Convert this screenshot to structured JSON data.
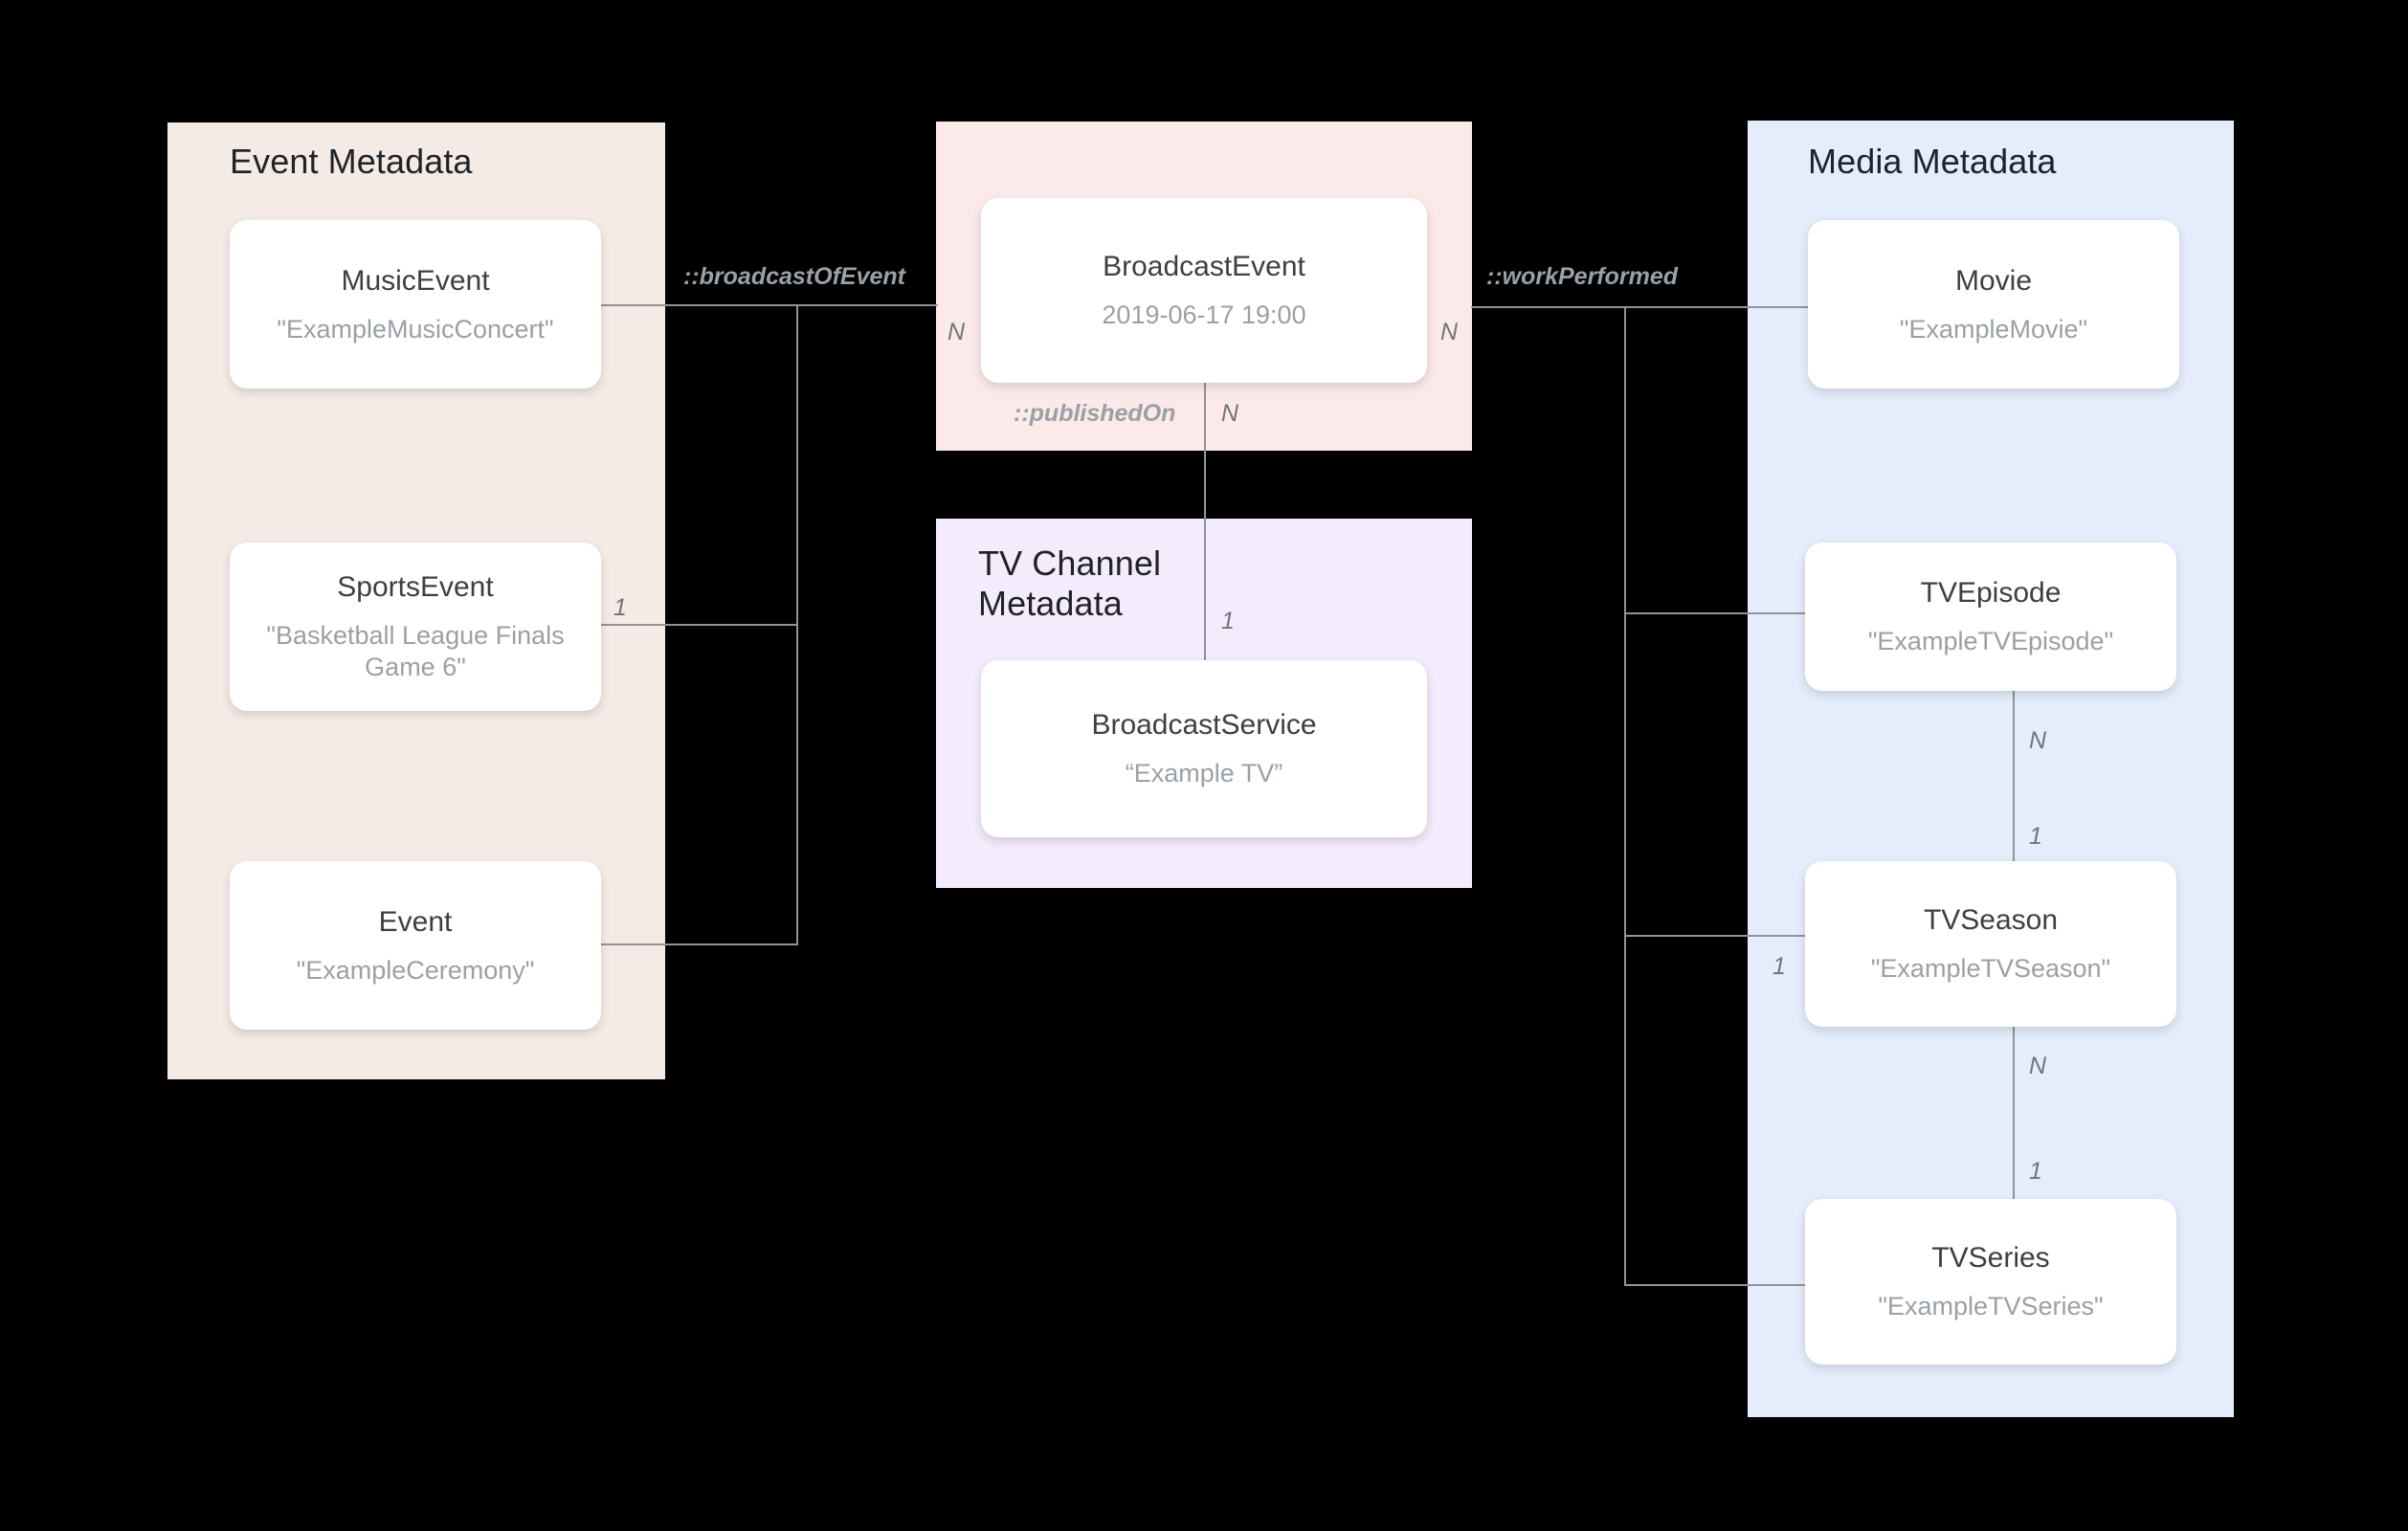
{
  "diagram": {
    "background": "#000000",
    "panels": [
      {
        "id": "event-metadata",
        "title": "Event Metadata",
        "color": "#f4ebe6",
        "nodes": [
          {
            "id": "music-event",
            "title": "MusicEvent",
            "subtitle": "\"ExampleMusicConcert\""
          },
          {
            "id": "sports-event",
            "title": "SportsEvent",
            "subtitle": "\"Basketball League Finals Game 6\""
          },
          {
            "id": "event",
            "title": "Event",
            "subtitle": "\"ExampleCeremony\""
          }
        ]
      },
      {
        "id": "broadcast-event-panel",
        "title": "",
        "color": "#fce9e9",
        "nodes": [
          {
            "id": "broadcast-event",
            "title": "BroadcastEvent",
            "subtitle": "2019-06-17 19:00"
          }
        ]
      },
      {
        "id": "tv-channel-metadata",
        "title": "TV Channel Metadata",
        "color": "#f4ebfc",
        "nodes": [
          {
            "id": "broadcast-service",
            "title": "BroadcastService",
            "subtitle": "“Example TV”"
          }
        ]
      },
      {
        "id": "media-metadata",
        "title": "Media Metadata",
        "color": "#e5ecfc",
        "nodes": [
          {
            "id": "movie",
            "title": "Movie",
            "subtitle": "\"ExampleMovie\""
          },
          {
            "id": "tv-episode",
            "title": "TVEpisode",
            "subtitle": "\"ExampleTVEpisode\""
          },
          {
            "id": "tv-season",
            "title": "TVSeason",
            "subtitle": "\"ExampleTVSeason\""
          },
          {
            "id": "tv-series",
            "title": "TVSeries",
            "subtitle": "\"ExampleTVSeries\""
          }
        ]
      }
    ],
    "relations": [
      {
        "id": "broadcast-of-event",
        "label": "::broadcastOfEvent"
      },
      {
        "id": "work-performed",
        "label": "::workPerformed"
      },
      {
        "id": "published-on",
        "label": "::publishedOn"
      }
    ],
    "cardinalities": {
      "broadcast_event_left": "N",
      "broadcast_event_right": "N",
      "broadcast_event_bottom": "N",
      "sports_event_right": "1",
      "broadcast_service_top": "1",
      "tv_episode_bottom": "N",
      "tv_season_top": "1",
      "tv_season_left": "1",
      "tv_season_bottom": "N",
      "tv_series_top": "1"
    },
    "colors": {
      "edge": "#8f9499",
      "node_title": "#3c4043",
      "node_subtitle": "#9aa0a6",
      "panel_title": "#1f2328",
      "cardinality": "#70757a",
      "relation_label": "#9aa0a6"
    }
  }
}
